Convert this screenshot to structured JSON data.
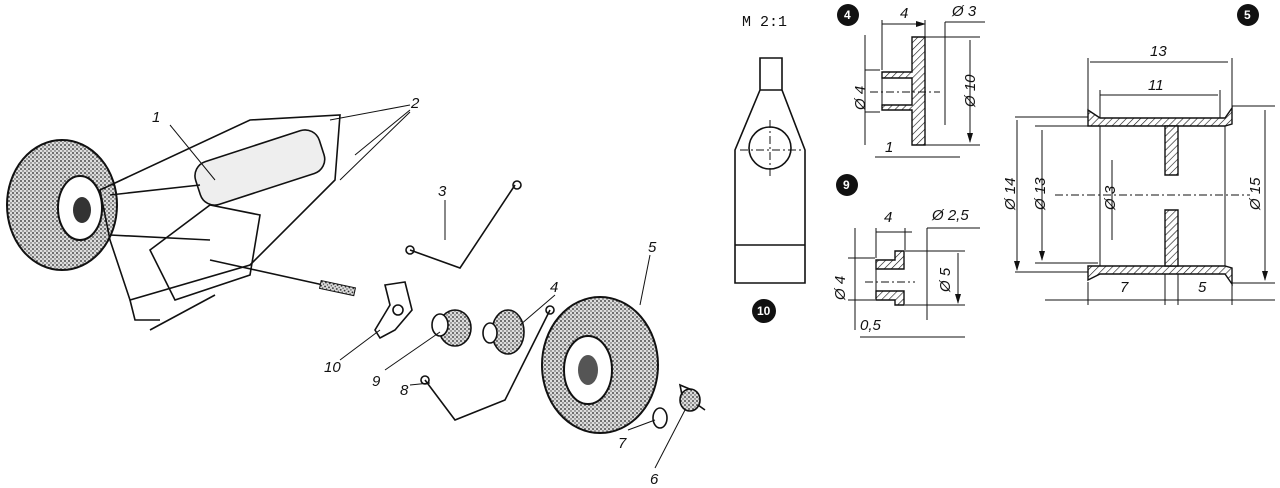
{
  "assembly_labels": [
    "1",
    "2",
    "3",
    "4",
    "5",
    "6",
    "7",
    "8",
    "9",
    "10"
  ],
  "scale_note": "M 2:1",
  "detail_4": {
    "badge": "4",
    "length": "4",
    "hole": "Ø 3",
    "hub": "Ø 4",
    "flange": "Ø 10",
    "thickness": "1"
  },
  "detail_9": {
    "badge": "9",
    "length": "4",
    "hole": "Ø 2,5",
    "hub": "Ø 4",
    "collar": "Ø 5",
    "step": "0,5"
  },
  "detail_5": {
    "badge": "5",
    "overall": "13",
    "inner": "11",
    "d14": "Ø 14",
    "d13": "Ø 13",
    "hole": "Ø 3",
    "d15": "Ø 15",
    "left": "7",
    "right": "5"
  },
  "detail_10": {
    "badge": "10"
  }
}
